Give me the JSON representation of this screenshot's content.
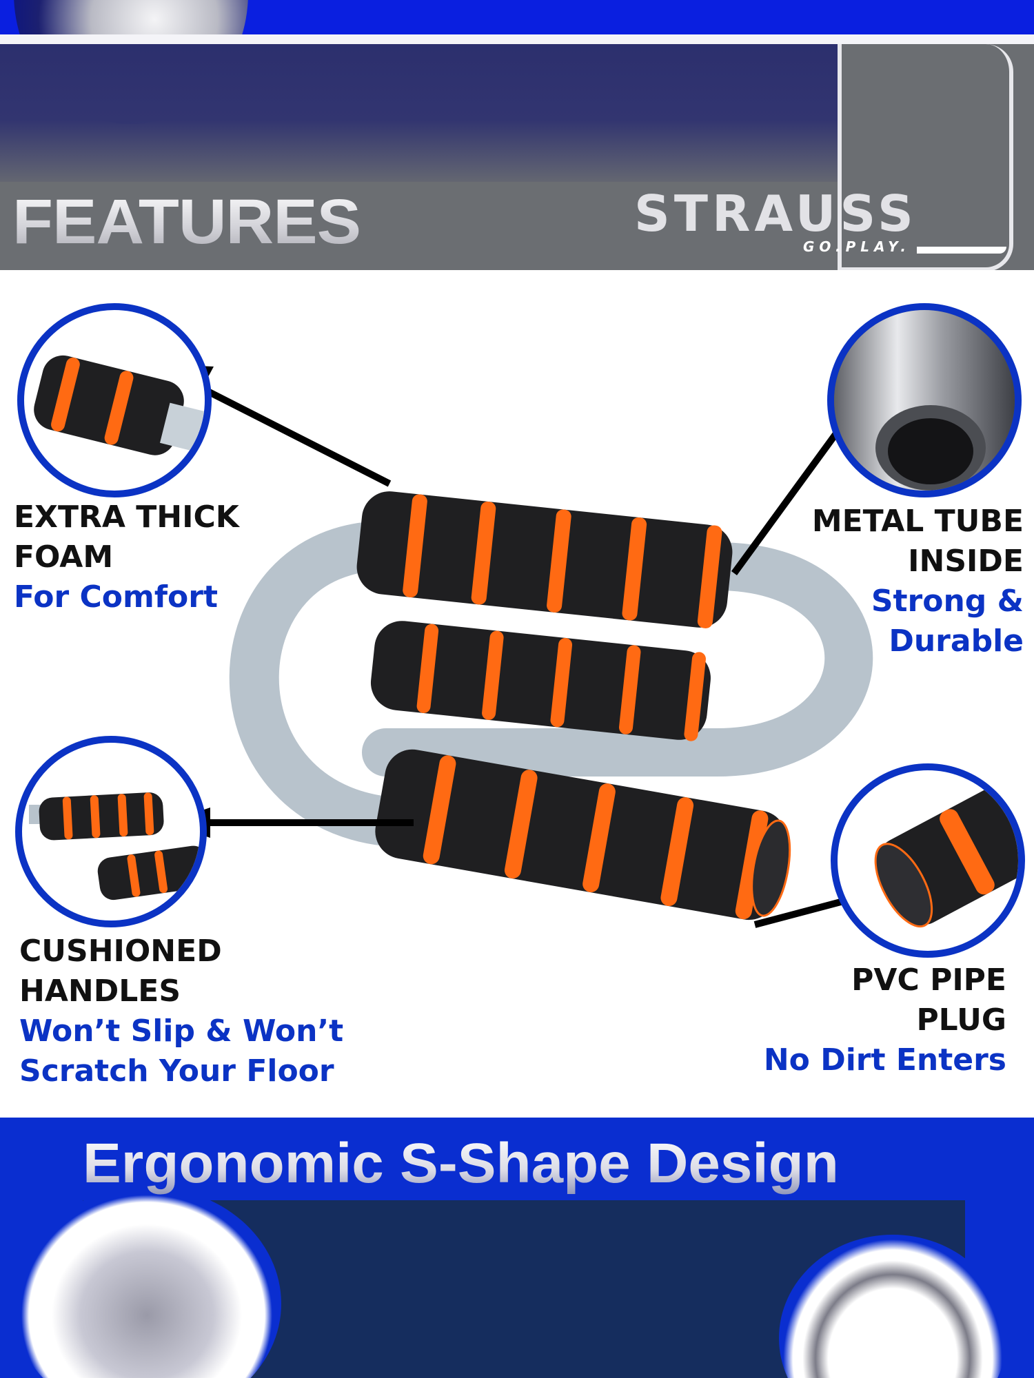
{
  "header": {
    "title": "FEATURES",
    "brand": {
      "name": "STRAUSS",
      "tagline": "GO.PLAY."
    }
  },
  "features": [
    {
      "id": "foam",
      "title_lines": [
        "EXTRA THICK",
        "FOAM"
      ],
      "subtitle_lines": [
        "For Comfort"
      ],
      "icon": "foam-grip-closeup-icon",
      "position": "top-left"
    },
    {
      "id": "metal-tube",
      "title_lines": [
        "METAL TUBE",
        "INSIDE"
      ],
      "subtitle_lines": [
        "Strong &",
        "Durable"
      ],
      "icon": "metal-tube-closeup-icon",
      "position": "top-right"
    },
    {
      "id": "handles",
      "title_lines": [
        "CUSHIONED",
        "HANDLES"
      ],
      "subtitle_lines": [
        "Won’t Slip & Won’t",
        "Scratch Your Floor"
      ],
      "icon": "cushioned-handles-closeup-icon",
      "position": "bottom-left"
    },
    {
      "id": "pvc-plug",
      "title_lines": [
        "PVC PIPE",
        "PLUG"
      ],
      "subtitle_lines": [
        "No Dirt Enters"
      ],
      "icon": "pvc-plug-closeup-icon",
      "position": "bottom-right"
    }
  ],
  "product": {
    "icon": "s-shape-pushup-bar-icon"
  },
  "footer": {
    "slogan": "Ergonomic S-Shape Design"
  },
  "colors": {
    "accent_blue": "#0b33c4",
    "banner_blue": "#0a2ed0",
    "header_gray": "#6b6e72",
    "foam_black": "#1f1f21",
    "foam_orange": "#ff6a13",
    "tube_gray": "#b8c3cc"
  }
}
